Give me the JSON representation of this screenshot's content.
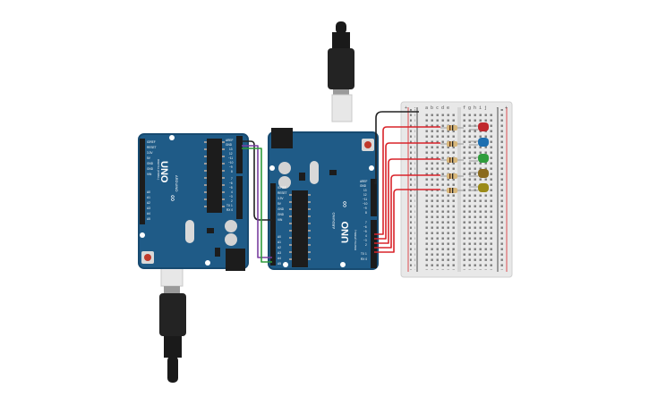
{
  "colors": {
    "board_blue": "#1f5b87",
    "board_edge": "#174a70",
    "header_black": "#1c1c1c",
    "wire_red": "#d9232a",
    "wire_black": "#222222",
    "wire_green": "#2e9a3a",
    "wire_purple": "#7a3fa0",
    "breadboard": "#e8e8e8",
    "led_red": "#c0282d",
    "led_blue": "#1e6fb0",
    "led_green": "#2f9d3c",
    "led_brown": "#8a6a1e",
    "led_olive": "#9a8a18",
    "resistor": "#d8b77a"
  },
  "board_left": {
    "logo_text": "UNO",
    "brand_text": "ARDUINO",
    "pin_labels": [
      "AREF",
      "GND",
      "13",
      "12",
      "~11",
      "~10",
      "~9",
      "8",
      "7",
      "~6",
      "~5",
      "4",
      "~3",
      "2",
      "TX 1",
      "RX 0"
    ],
    "power_labels": [
      "IOREF",
      "RESET",
      "3.3V",
      "5V",
      "GND",
      "GND",
      "VIN"
    ],
    "analog_labels": [
      "A0",
      "A1",
      "A2",
      "A3",
      "A4",
      "A5"
    ],
    "section_labels": [
      "DIGITAL (PWM~)",
      "POWER",
      "ANALOG IN"
    ]
  },
  "board_right": {
    "logo_text": "UNO",
    "brand_text": "ARDUINO",
    "pin_labels": [
      "AREF",
      "GND",
      "13",
      "12",
      "~11",
      "~10",
      "~9",
      "8",
      "7",
      "~6",
      "~5",
      "4",
      "~3",
      "2",
      "TX 1",
      "RX 0"
    ],
    "power_labels": [
      "IOREF",
      "RESET",
      "3.3V",
      "5V",
      "GND",
      "GND",
      "VIN"
    ],
    "analog_labels": [
      "A0",
      "A1",
      "A2",
      "A3",
      "A4",
      "A5"
    ],
    "section_labels": [
      "DIGITAL (PWM~)",
      "POWER",
      "ANALOG IN"
    ]
  },
  "breadboard": {
    "column_letters_left": [
      "a",
      "b",
      "c",
      "d",
      "e"
    ],
    "column_letters_right": [
      "f",
      "g",
      "h",
      "i",
      "j"
    ],
    "rail_signs": [
      "+",
      "-",
      "-",
      "+"
    ]
  }
}
